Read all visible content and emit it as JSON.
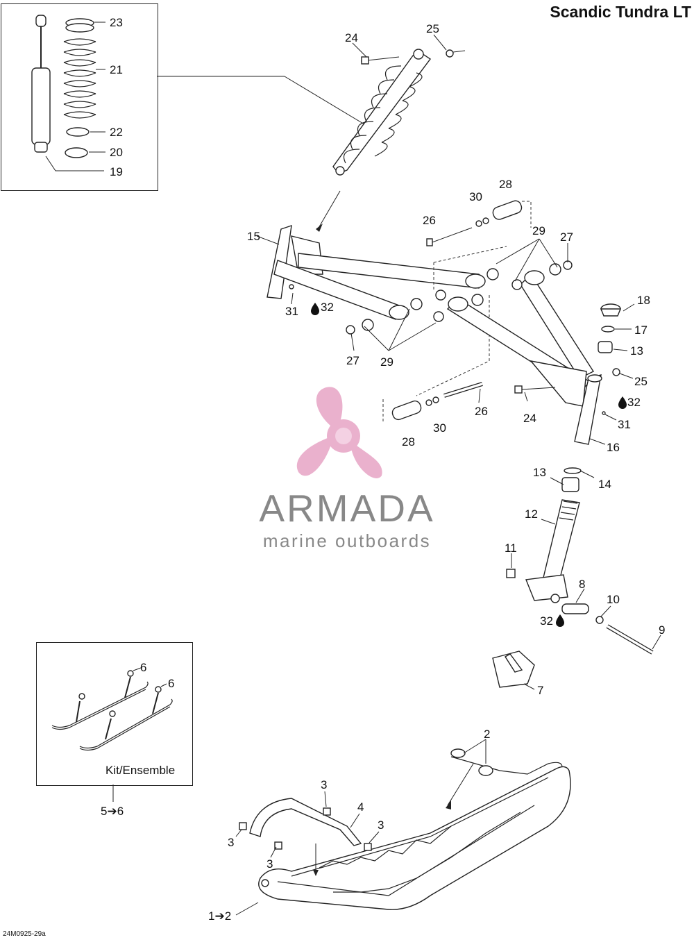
{
  "title": "Scandic Tundra LT",
  "doc_code": "24M0925-29a",
  "kit_label": "Kit/Ensemble",
  "brand": {
    "name": "ARMADA",
    "tagline": "marine outboards"
  },
  "callouts": {
    "c23": "23",
    "c21": "21",
    "c22": "22",
    "c20": "20",
    "c19": "19",
    "c24a": "24",
    "c25a": "25",
    "c28a": "28",
    "c30a": "30",
    "c26a": "26",
    "c29a": "29",
    "c27a": "27",
    "c15": "15",
    "c31a": "31",
    "c32a": "32",
    "c27b": "27",
    "c29b": "29",
    "c18": "18",
    "c17": "17",
    "c13a": "13",
    "c25b": "25",
    "c32b": "32",
    "c31b": "31",
    "c24b": "24",
    "c26b": "26",
    "c30b": "30",
    "c28b": "28",
    "c16": "16",
    "c13b": "13",
    "c14": "14",
    "c12": "12",
    "c11": "11",
    "c8": "8",
    "c10": "10",
    "c32c": "32",
    "c9": "9",
    "c7": "7",
    "c6a": "6",
    "c6b": "6",
    "c5to6": "5➔6",
    "c2": "2",
    "c3a": "3",
    "c4": "4",
    "c3b": "3",
    "c3c": "3",
    "c3d": "3",
    "c1to2": "1➔2"
  },
  "colors": {
    "line": "#222222",
    "watermark_pink": "#e8a9c8",
    "watermark_text": "#888888"
  },
  "icons": [
    "oil-drop-icon",
    "arrow-icon",
    "propeller-logo"
  ]
}
